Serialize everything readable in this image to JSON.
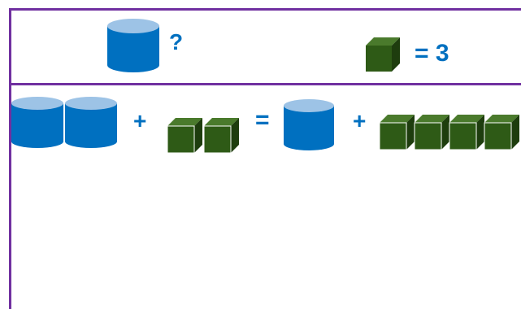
{
  "legend": {
    "cylinder_symbol": "?",
    "cube_value_text": "= 3"
  },
  "equation": {
    "plus_left": "+",
    "equals": "=",
    "plus_right": "+",
    "left_cylinders": 2,
    "left_cubes": 2,
    "right_cylinders": 1,
    "right_cubes": 4
  },
  "colors": {
    "border": "#7030a0",
    "cylinder_body": "#0070c0",
    "cylinder_top": "#9dc3e6",
    "cube_front": "#2e5a16",
    "cube_side": "#1e3d0e",
    "cube_top": "#4a7a2c",
    "symbol_text": "#0070c0"
  }
}
